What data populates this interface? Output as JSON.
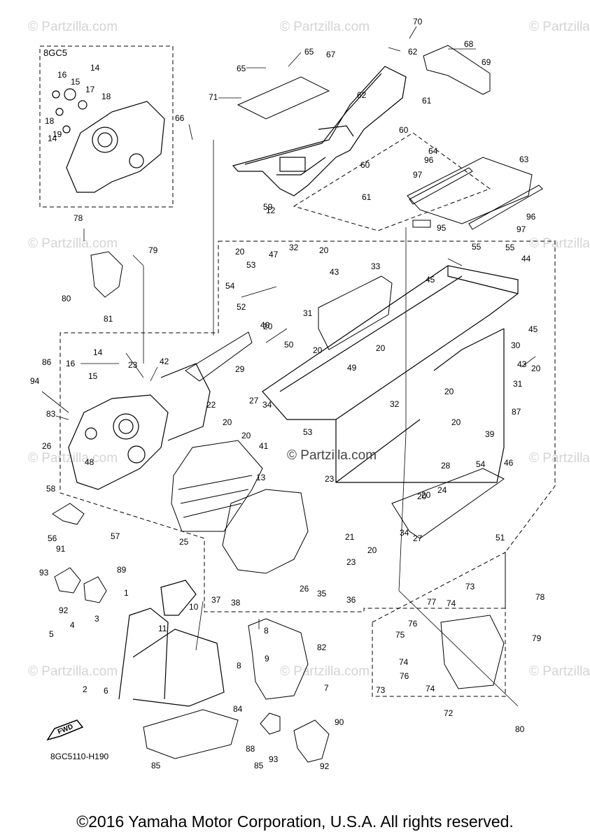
{
  "watermark": "© Partzilla.com",
  "center_watermark": "© Partzilla.com",
  "copyright": "©2016 Yamaha Motor Corporation, U.S.A. All rights reserved.",
  "diagram_code": "8GC5110-H190",
  "inset_label": "8GC5",
  "fwd_label": "FWD",
  "callouts": [
    {
      "n": "70"
    },
    {
      "n": "62"
    },
    {
      "n": "68"
    },
    {
      "n": "69"
    },
    {
      "n": "65"
    },
    {
      "n": "67"
    },
    {
      "n": "65"
    },
    {
      "n": "71"
    },
    {
      "n": "62"
    },
    {
      "n": "61"
    },
    {
      "n": "60"
    },
    {
      "n": "66"
    },
    {
      "n": "64"
    },
    {
      "n": "63"
    },
    {
      "n": "96"
    },
    {
      "n": "97"
    },
    {
      "n": "60"
    },
    {
      "n": "59"
    },
    {
      "n": "61"
    },
    {
      "n": "96"
    },
    {
      "n": "97"
    },
    {
      "n": "12"
    },
    {
      "n": "95"
    },
    {
      "n": "14"
    },
    {
      "n": "16"
    },
    {
      "n": "15"
    },
    {
      "n": "17"
    },
    {
      "n": "18"
    },
    {
      "n": "18"
    },
    {
      "n": "19"
    },
    {
      "n": "14"
    },
    {
      "n": "78"
    },
    {
      "n": "79"
    },
    {
      "n": "80"
    },
    {
      "n": "81"
    },
    {
      "n": "20"
    },
    {
      "n": "47"
    },
    {
      "n": "32"
    },
    {
      "n": "20"
    },
    {
      "n": "53"
    },
    {
      "n": "54"
    },
    {
      "n": "33"
    },
    {
      "n": "43"
    },
    {
      "n": "55"
    },
    {
      "n": "55"
    },
    {
      "n": "44"
    },
    {
      "n": "45"
    },
    {
      "n": "45"
    },
    {
      "n": "31"
    },
    {
      "n": "40"
    },
    {
      "n": "20"
    },
    {
      "n": "52"
    },
    {
      "n": "50"
    },
    {
      "n": "20"
    },
    {
      "n": "20"
    },
    {
      "n": "49"
    },
    {
      "n": "30"
    },
    {
      "n": "43"
    },
    {
      "n": "31"
    },
    {
      "n": "20"
    },
    {
      "n": "14"
    },
    {
      "n": "16"
    },
    {
      "n": "15"
    },
    {
      "n": "23"
    },
    {
      "n": "42"
    },
    {
      "n": "86"
    },
    {
      "n": "94"
    },
    {
      "n": "29"
    },
    {
      "n": "22"
    },
    {
      "n": "27"
    },
    {
      "n": "34"
    },
    {
      "n": "20"
    },
    {
      "n": "20"
    },
    {
      "n": "32"
    },
    {
      "n": "87"
    },
    {
      "n": "83"
    },
    {
      "n": "26"
    },
    {
      "n": "48"
    },
    {
      "n": "20"
    },
    {
      "n": "41"
    },
    {
      "n": "53"
    },
    {
      "n": "20"
    },
    {
      "n": "39"
    },
    {
      "n": "46"
    },
    {
      "n": "20"
    },
    {
      "n": "28"
    },
    {
      "n": "54"
    },
    {
      "n": "13"
    },
    {
      "n": "23"
    },
    {
      "n": "24"
    },
    {
      "n": "20"
    },
    {
      "n": "58"
    },
    {
      "n": "25"
    },
    {
      "n": "34"
    },
    {
      "n": "27"
    },
    {
      "n": "51"
    },
    {
      "n": "56"
    },
    {
      "n": "57"
    },
    {
      "n": "21"
    },
    {
      "n": "20"
    },
    {
      "n": "91"
    },
    {
      "n": "89"
    },
    {
      "n": "23"
    },
    {
      "n": "93"
    },
    {
      "n": "26"
    },
    {
      "n": "35"
    },
    {
      "n": "36"
    },
    {
      "n": "37"
    },
    {
      "n": "38"
    },
    {
      "n": "92"
    },
    {
      "n": "1"
    },
    {
      "n": "10"
    },
    {
      "n": "11"
    },
    {
      "n": "3"
    },
    {
      "n": "73"
    },
    {
      "n": "78"
    },
    {
      "n": "77"
    },
    {
      "n": "74"
    },
    {
      "n": "8"
    },
    {
      "n": "82"
    },
    {
      "n": "76"
    },
    {
      "n": "75"
    },
    {
      "n": "79"
    },
    {
      "n": "5"
    },
    {
      "n": "4"
    },
    {
      "n": "9"
    },
    {
      "n": "74"
    },
    {
      "n": "8"
    },
    {
      "n": "7"
    },
    {
      "n": "76"
    },
    {
      "n": "73"
    },
    {
      "n": "74"
    },
    {
      "n": "2"
    },
    {
      "n": "6"
    },
    {
      "n": "72"
    },
    {
      "n": "84"
    },
    {
      "n": "80"
    },
    {
      "n": "90"
    },
    {
      "n": "88"
    },
    {
      "n": "93"
    },
    {
      "n": "92"
    },
    {
      "n": "85"
    },
    {
      "n": "85"
    }
  ]
}
